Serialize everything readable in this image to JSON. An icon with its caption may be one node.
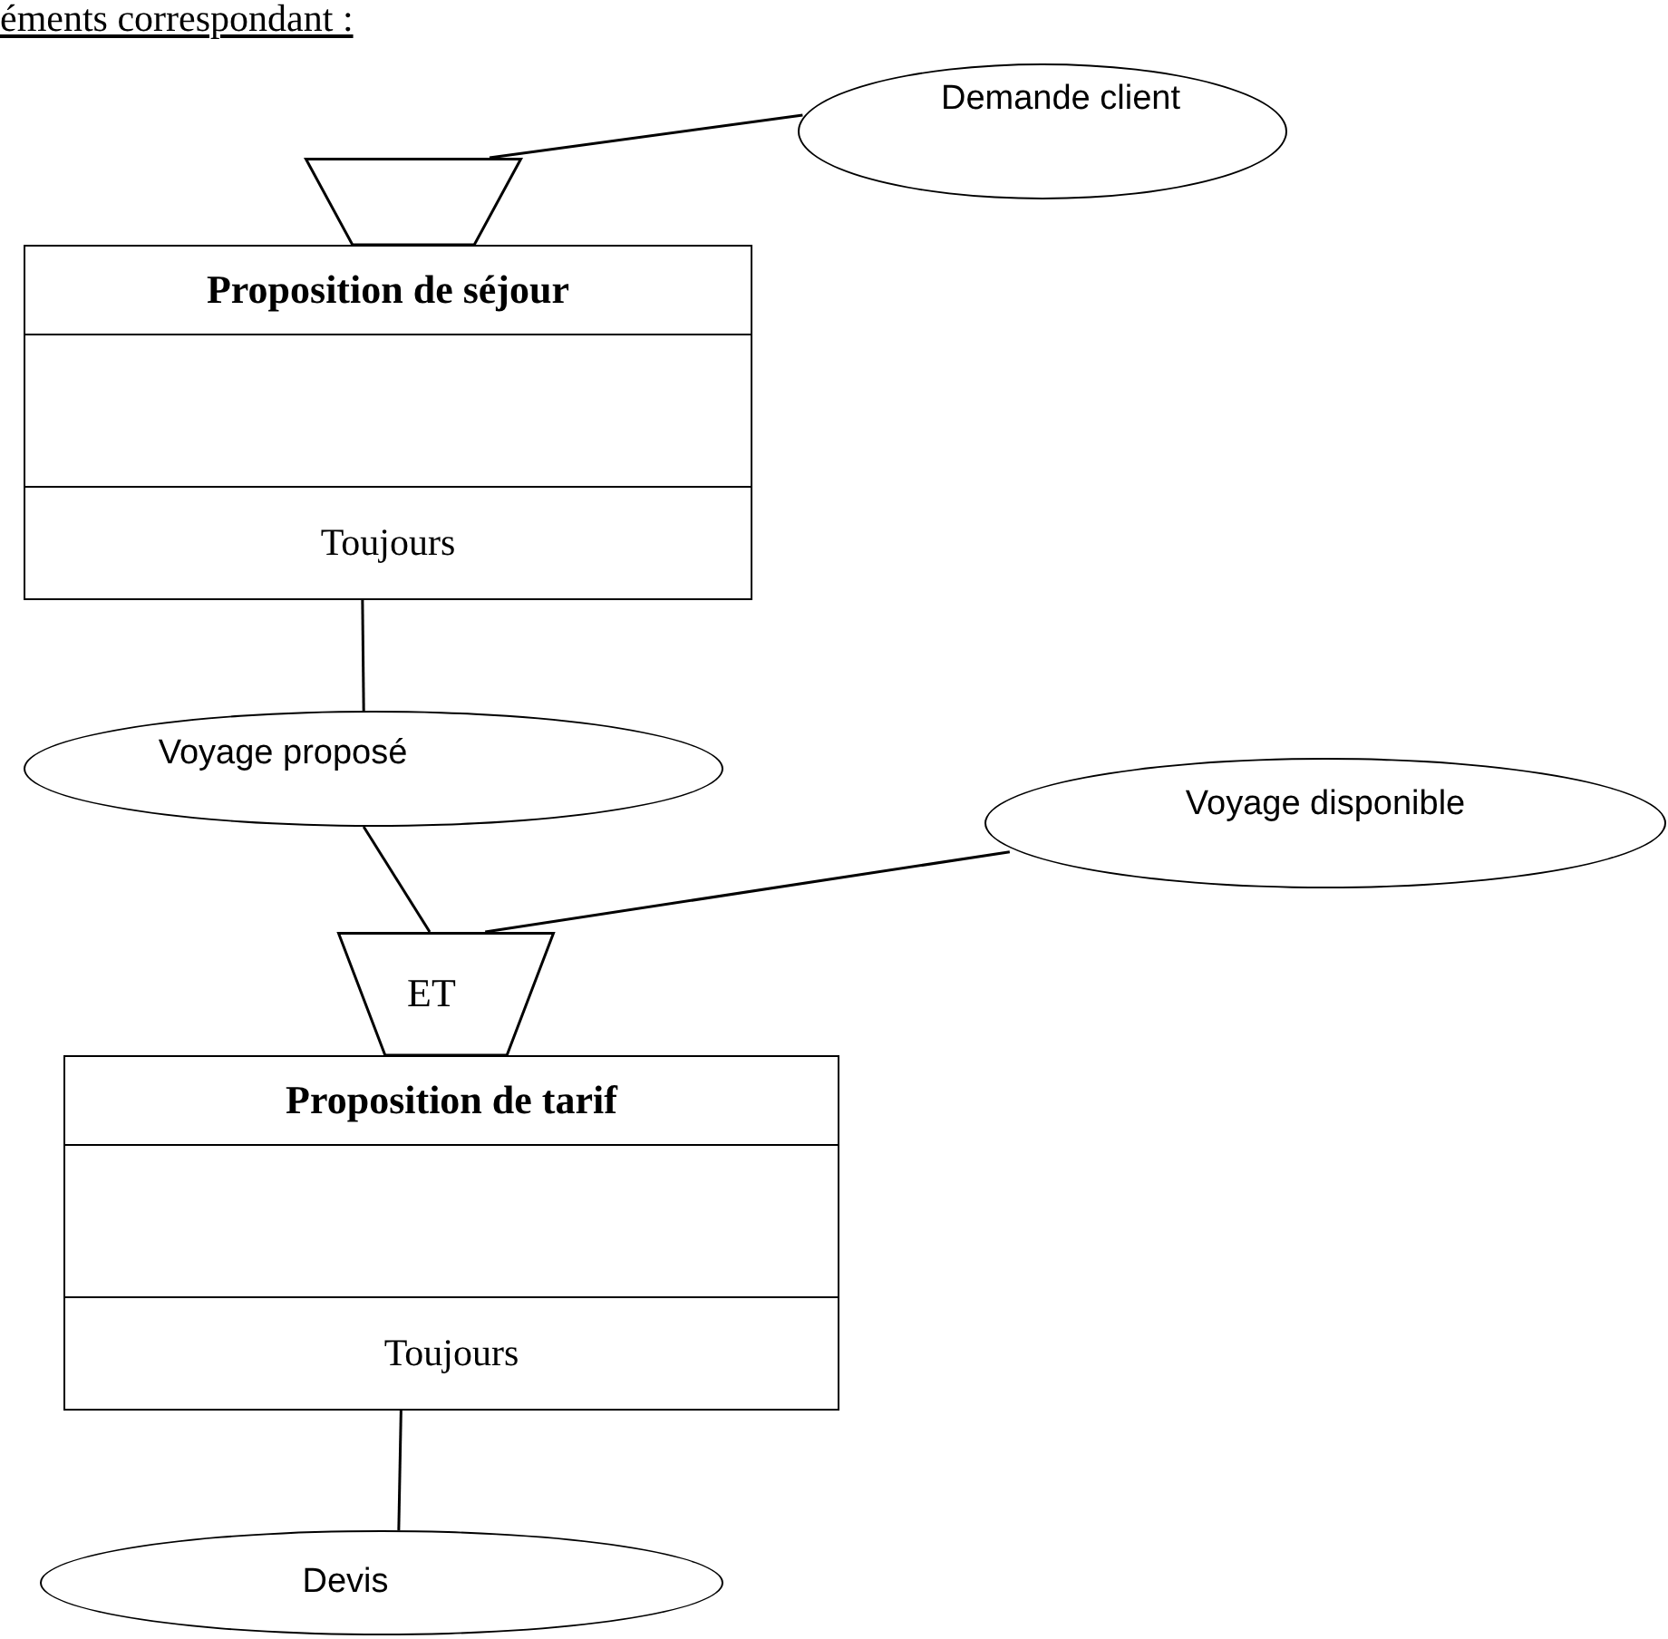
{
  "diagram": {
    "nodes": [
      {
        "text": [
          "Demande client"
        ]
      },
      {
        "text": [],
        "shape": "trapezoid"
      },
      {
        "text": [
          "Proposition de séjour",
          "Toujours"
        ]
      },
      {
        "text": [
          "Voyage proposé"
        ]
      },
      {
        "text": [
          "Voyage disponible"
        ]
      },
      {
        "text": [
          "ET"
        ]
      },
      {
        "text": [
          "Proposition de tarif",
          "Toujours"
        ]
      },
      {
        "text": [
          "Devis"
        ]
      }
    ],
    "edges": [
      {
        "from": 0,
        "to": 1,
        "arrow": "none"
      },
      {
        "from": 2,
        "to": 3,
        "arrow": "none"
      },
      {
        "from": 3,
        "to": 5,
        "arrow": "none"
      },
      {
        "from": 4,
        "to": 5,
        "arrow": "none"
      },
      {
        "from": 6,
        "to": 7,
        "arrow": "none"
      }
    ],
    "labels": [
      "éments correspondant :"
    ]
  }
}
